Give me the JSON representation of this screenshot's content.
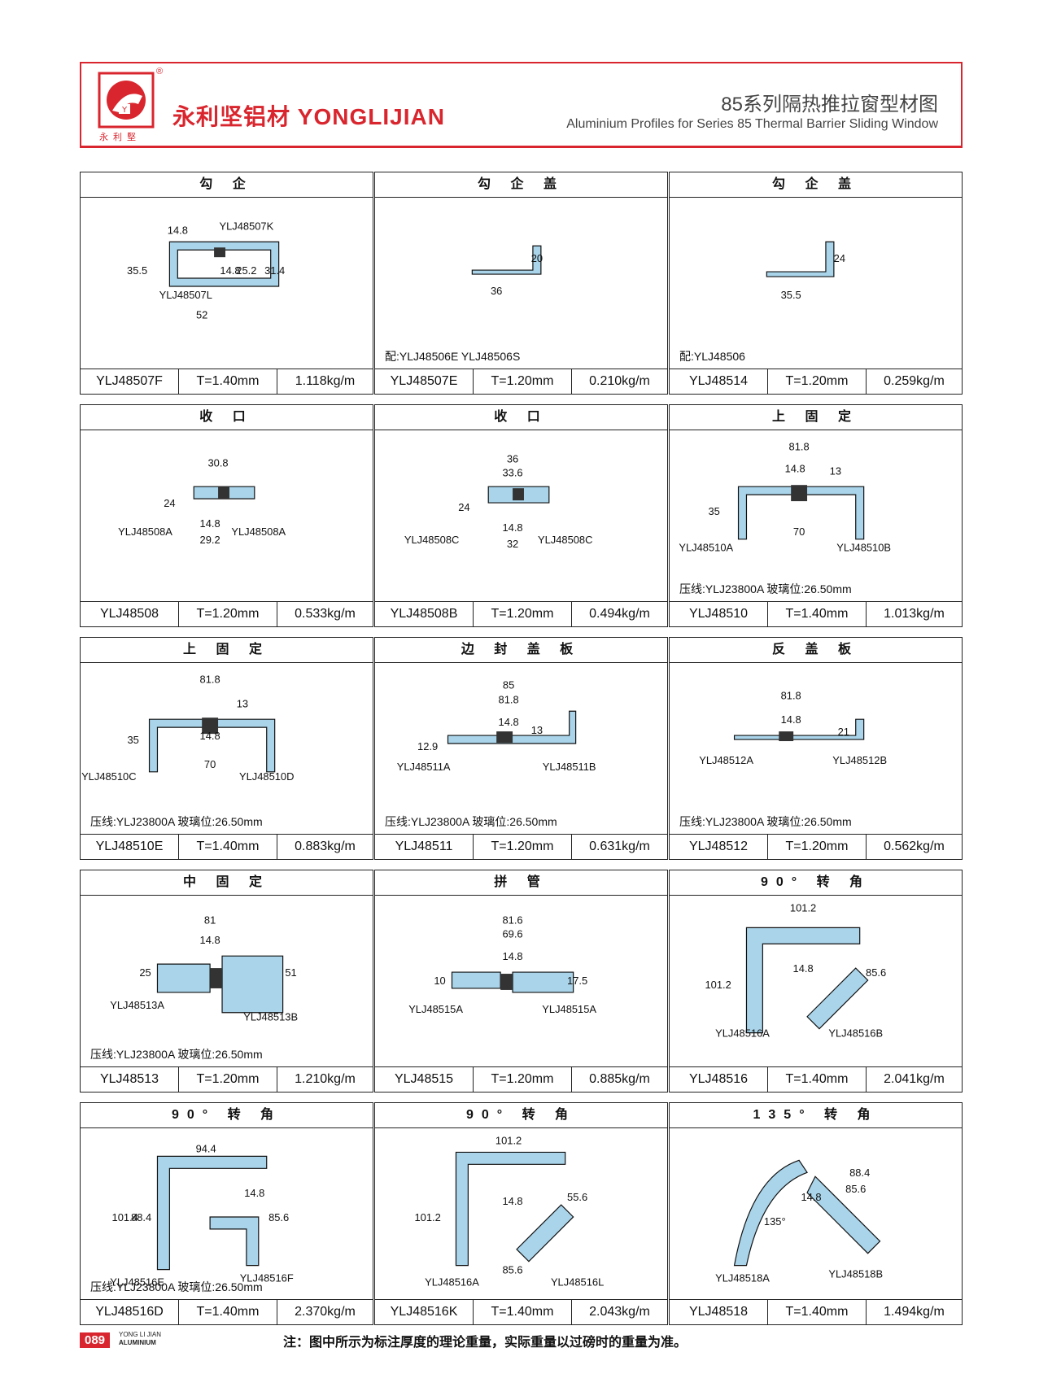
{
  "header": {
    "logo_text": "永利堅",
    "brand": "永利坚铝材 YONGLIJIAN",
    "title_cn": "85系列隔热推拉窗型材图",
    "title_en": "Aluminium Profiles for Series 85 Thermal Barrier Sliding Window",
    "reg": "®"
  },
  "cells": [
    {
      "title": "勾 企",
      "note": "",
      "code": "YLJ48507F",
      "t": "T=1.40mm",
      "w": "1.118kg/m",
      "labels": [
        "14.8",
        "YLJ48507K",
        "35.5",
        "25.2",
        "31.4",
        "14.8",
        "YLJ48507L",
        "52"
      ]
    },
    {
      "title": "勾 企 盖",
      "note": "配:YLJ48506E YLJ48506S",
      "code": "YLJ48507E",
      "t": "T=1.20mm",
      "w": "0.210kg/m",
      "labels": [
        "20",
        "36"
      ]
    },
    {
      "title": "勾 企 盖",
      "note": "配:YLJ48506",
      "code": "YLJ48514",
      "t": "T=1.20mm",
      "w": "0.259kg/m",
      "labels": [
        "24",
        "35.5"
      ]
    },
    {
      "title": "收 口",
      "note": "",
      "code": "YLJ48508",
      "t": "T=1.20mm",
      "w": "0.533kg/m",
      "labels": [
        "30.8",
        "24",
        "14.8",
        "29.2",
        "YLJ48508A",
        "YLJ48508A"
      ]
    },
    {
      "title": "收 口",
      "note": "",
      "code": "YLJ48508B",
      "t": "T=1.20mm",
      "w": "0.494kg/m",
      "labels": [
        "36",
        "33.6",
        "24",
        "14.8",
        "32",
        "YLJ48508C",
        "YLJ48508C"
      ]
    },
    {
      "title": "上 固 定",
      "note": "压线:YLJ23800A 玻璃位:26.50mm",
      "code": "YLJ48510",
      "t": "T=1.40mm",
      "w": "1.013kg/m",
      "labels": [
        "81.8",
        "14.8",
        "13",
        "35",
        "70",
        "YLJ48510A",
        "YLJ48510B"
      ]
    },
    {
      "title": "上 固 定",
      "note": "压线:YLJ23800A 玻璃位:26.50mm",
      "code": "YLJ48510E",
      "t": "T=1.40mm",
      "w": "0.883kg/m",
      "labels": [
        "81.8",
        "13",
        "35",
        "14.8",
        "70",
        "YLJ48510C",
        "YLJ48510D"
      ]
    },
    {
      "title": "边 封 盖 板",
      "note": "压线:YLJ23800A 玻璃位:26.50mm",
      "code": "YLJ48511",
      "t": "T=1.20mm",
      "w": "0.631kg/m",
      "labels": [
        "85",
        "81.8",
        "14.8",
        "13",
        "12.9",
        "YLJ48511A",
        "YLJ48511B"
      ]
    },
    {
      "title": "反 盖 板",
      "note": "压线:YLJ23800A 玻璃位:26.50mm",
      "code": "YLJ48512",
      "t": "T=1.20mm",
      "w": "0.562kg/m",
      "labels": [
        "81.8",
        "14.8",
        "21",
        "YLJ48512A",
        "YLJ48512B"
      ]
    },
    {
      "title": "中 固 定",
      "note": "压线:YLJ23800A 玻璃位:26.50mm",
      "code": "YLJ48513",
      "t": "T=1.20mm",
      "w": "1.210kg/m",
      "labels": [
        "81",
        "14.8",
        "25",
        "51",
        "YLJ48513A",
        "YLJ48513B"
      ]
    },
    {
      "title": "拼 管",
      "note": "",
      "code": "YLJ48515",
      "t": "T=1.20mm",
      "w": "0.885kg/m",
      "labels": [
        "81.6",
        "69.6",
        "14.8",
        "10",
        "17.5",
        "YLJ48515A",
        "YLJ48515A"
      ]
    },
    {
      "title": "90° 转 角",
      "note": "",
      "code": "YLJ48516",
      "t": "T=1.40mm",
      "w": "2.041kg/m",
      "labels": [
        "101.2",
        "101.2",
        "85.6",
        "14.8",
        "YLJ48516A",
        "YLJ48516B"
      ]
    },
    {
      "title": "90° 转 角",
      "note": "压线:YLJ23800A 玻璃位:26.50mm",
      "code": "YLJ48516D",
      "t": "T=1.40mm",
      "w": "2.370kg/m",
      "labels": [
        "94.4",
        "101.4",
        "88.4",
        "14.8",
        "85.6",
        "YLJ48516E",
        "YLJ48516F"
      ]
    },
    {
      "title": "90° 转 角",
      "note": "",
      "code": "YLJ48516K",
      "t": "T=1.40mm",
      "w": "2.043kg/m",
      "labels": [
        "101.2",
        "101.2",
        "55.6",
        "14.8",
        "85.6",
        "YLJ48516A",
        "YLJ48516L"
      ]
    },
    {
      "title": "135° 转 角",
      "note": "",
      "code": "YLJ48518",
      "t": "T=1.40mm",
      "w": "1.494kg/m",
      "labels": [
        "88.4",
        "85.6",
        "14.8",
        "135°",
        "YLJ48518A",
        "YLJ48518B"
      ]
    }
  ],
  "footer": {
    "page": "089",
    "brand_line1": "YONG LI JIAN",
    "brand_line2": "ALUMINIUM",
    "note": "注：图中所示为标注厚度的理论重量，实际重量以过磅时的重量为准。"
  },
  "colors": {
    "accent": "#d9262e",
    "profile_fill": "#a9d4ea",
    "barrier": "#333333"
  }
}
